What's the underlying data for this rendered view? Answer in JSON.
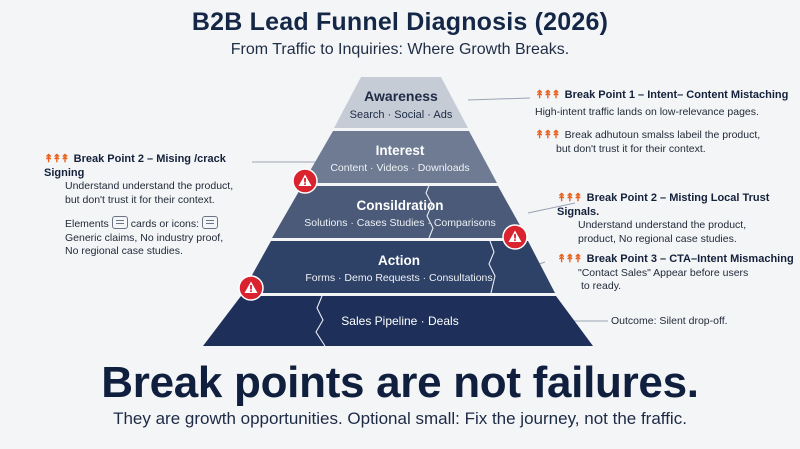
{
  "header": {
    "title": "B2B Lead Funnel Diagnosis (2026)",
    "subtitle": "From Traffic to Inquiries: Where Growth Breaks."
  },
  "funnel": {
    "tiers": [
      {
        "title": "Awareness",
        "subtitle": "Search · Social · Ads"
      },
      {
        "title": "Interest",
        "subtitle": "Content · Videos · Downloads"
      },
      {
        "title": "Consildration",
        "subtitle": "Solutions · Cases Studies · Comparisons"
      },
      {
        "title": "Action",
        "subtitle": "Forms · Demo Requests · Consultations"
      },
      {
        "title": "",
        "subtitle": "Sales Pipeline · Deals"
      }
    ],
    "colors": [
      "#c6ccd6",
      "#6e7b92",
      "#4a5a78",
      "#2e4166",
      "#1e3059"
    ]
  },
  "notes": {
    "right1": {
      "marker": "↟↟↟",
      "heading": "Break Point 1 – Intent– Content Mistaching",
      "body": "High-intent traffic lands on low-relevance pages."
    },
    "right1b": {
      "marker": "↟↟↟",
      "line1": "Break adhutoun smalss labeil the product,",
      "line2": "but don't trust it for their context."
    },
    "left": {
      "marker": "↟↟↟",
      "heading": "Break Point 2 – Mising /crack Signing",
      "line1": "Understand understand the product,",
      "line2": "but don't trust it for their context.",
      "elements_prefix": "Elements",
      "elements_mid": "cards or icons:",
      "line3": "Generic claims, No industry proof,",
      "line4": "No regional case studies."
    },
    "right2": {
      "marker": "↟↟↟",
      "heading": "Break Point 2 – Misting Local Trust Signals.",
      "line1": "Understand understand the product,",
      "line2": "product, No regional case studies."
    },
    "right3": {
      "marker": "↟↟↟",
      "heading": "Break Point 3 – CTA–Intent Mismaching",
      "line1": "\"Contact Sales\" Appear before users",
      "line2": "to ready."
    },
    "outcome": "Outcome: Silent drop-off."
  },
  "footer": {
    "headline": "Break points are not failures.",
    "tagline": "They are growth opportunities. Optional small: Fix the journey, not the fraffic."
  }
}
